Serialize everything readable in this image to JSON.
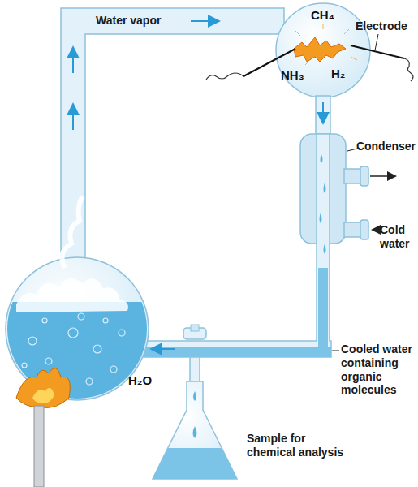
{
  "diagram": {
    "labels": [
      "Water vapor",
      "CH₄",
      "NH₃",
      "H₂",
      "Electrode",
      "Condenser",
      "Cold water",
      "Cooled water containing organic molecules",
      "H₂O",
      "Sample for chemical analysis"
    ]
  }
}
